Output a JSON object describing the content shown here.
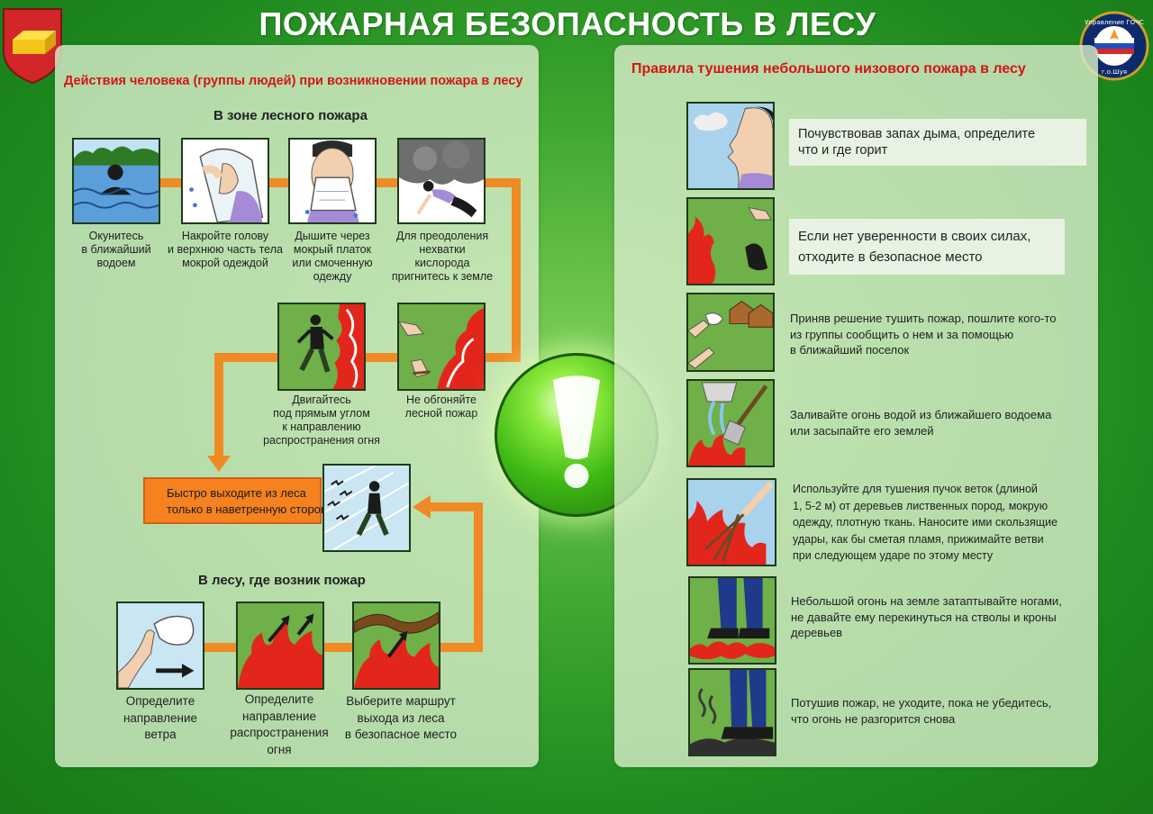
{
  "title": "ПОЖАРНАЯ БЕЗОПАСНОСТЬ В ЛЕСУ",
  "logo_right": {
    "text_top": "Управление ГОЧС",
    "text_bottom": "г.о.Шуя"
  },
  "left_panel": {
    "title": "Действия человека (группы людей) при возникновении пожара в лесу",
    "section1": "В зоне лесного пожара",
    "row1": [
      {
        "icon": "swimmer-icon",
        "caption": [
          "Окунитесь",
          "в ближайший",
          "водоем"
        ]
      },
      {
        "icon": "wet-cloth-head-icon",
        "caption": [
          "Накройте голову",
          "и верхнюю часть тела",
          "мокрой одеждой"
        ]
      },
      {
        "icon": "wet-handkerchief-icon",
        "caption": [
          "Дышите через",
          "мокрый платок",
          "или смоченную",
          "одежду"
        ]
      },
      {
        "icon": "crouch-smoke-icon",
        "caption": [
          "Для преодоления",
          "нехватки",
          "кислорода",
          "пригнитесь к земле"
        ]
      }
    ],
    "row2": [
      {
        "icon": "run-perpendicular-icon",
        "caption": [
          "Двигайтесь",
          "под прямым углом",
          "к направлению",
          "распространения огня"
        ]
      },
      {
        "icon": "fire-overtake-icon",
        "caption": [
          "Не обгоняйте",
          "лесной пожар"
        ]
      }
    ],
    "exit": {
      "line1": "Быстро выходите из леса",
      "line2": "только в наветренную сторону",
      "icon": "run-wind-birds-icon"
    },
    "section2": "В лесу, где возник пожар",
    "row3": [
      {
        "icon": "wind-handkerchief-icon",
        "caption": [
          "Определите",
          "направление",
          "ветра"
        ]
      },
      {
        "icon": "fire-direction-icon",
        "caption": [
          "Определите",
          "направление",
          "распространения",
          "огня"
        ]
      },
      {
        "icon": "route-fire-icon",
        "caption": [
          "Выберите маршрут",
          "выхода из леса",
          "в безопасное место"
        ]
      }
    ]
  },
  "right_panel": {
    "title": "Правила тушения небольшого низового пожара в лесу",
    "rules": [
      {
        "icon": "smell-smoke-icon",
        "text": [
          "Почувствовав запах дыма, определите",
          "что и где горит"
        ]
      },
      {
        "icon": "retreat-fire-icon",
        "text": [
          "Если нет уверенности в своих силах,",
          "отходите в безопасное место"
        ]
      },
      {
        "icon": "send-for-help-icon",
        "text": [
          "Приняв решение тушить пожар, пошлите кого-то",
          "из группы сообщить о нем и за помощью",
          "в ближайший поселок"
        ]
      },
      {
        "icon": "water-shovel-icon",
        "text": [
          "Заливайте огонь водой из ближайшего водоема",
          "или засыпайте его землей"
        ]
      },
      {
        "icon": "branch-beat-icon",
        "text": [
          "Используйте для тушения пучок веток (длиной",
          "1, 5-2 м) от деревьев лиственных пород, мокрую",
          "одежду, плотную ткань. Наносите ими скользящие",
          "удары, как бы сметая пламя, прижимайте ветви",
          "при следующем ударе по этому месту"
        ]
      },
      {
        "icon": "stomp-fire-icon",
        "text": [
          "Небольшой огонь на земле затаптывайте ногами,",
          "не давайте ему перекинуться на стволы и кроны",
          "деревьев"
        ]
      },
      {
        "icon": "check-embers-icon",
        "text": [
          "Потушив пожар, не уходите, пока не убедитесь,",
          "что огонь не разгорится снова"
        ]
      }
    ]
  },
  "colors": {
    "fire": "#e3261b",
    "flow": "#f08a24",
    "title_red": "#d41515",
    "panel": "#d6ecc8"
  }
}
